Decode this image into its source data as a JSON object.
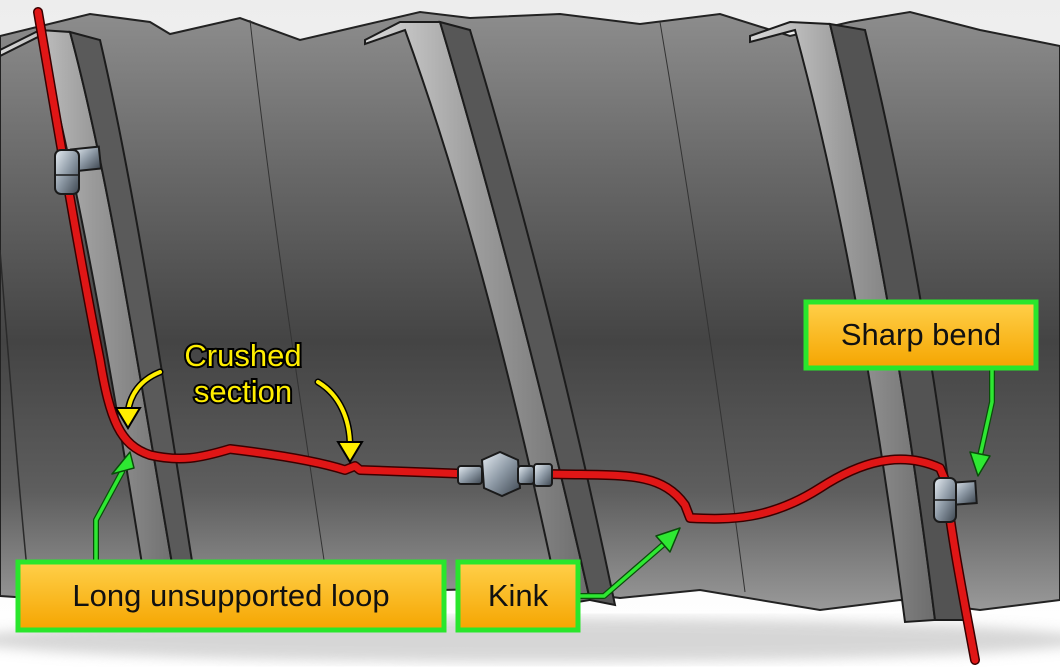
{
  "labels": {
    "crushed_line1": "Crushed",
    "crushed_line2": "section",
    "long_loop": "Long unsupported loop",
    "kink": "Kink",
    "sharp_bend": "Sharp bend"
  },
  "colors": {
    "tube": "#e01616",
    "label_fill": "#fcb814",
    "label_border": "#29e62c",
    "leader_green": "#2ee832",
    "callout_yellow": "#ffee00",
    "background_light": "#f4f4f4",
    "casing_dark": "#4d4d4d"
  },
  "icons": {
    "clamp_top_left": "clamp-icon",
    "clamp_right": "clamp-icon",
    "union_fitting": "tube-union-icon"
  }
}
